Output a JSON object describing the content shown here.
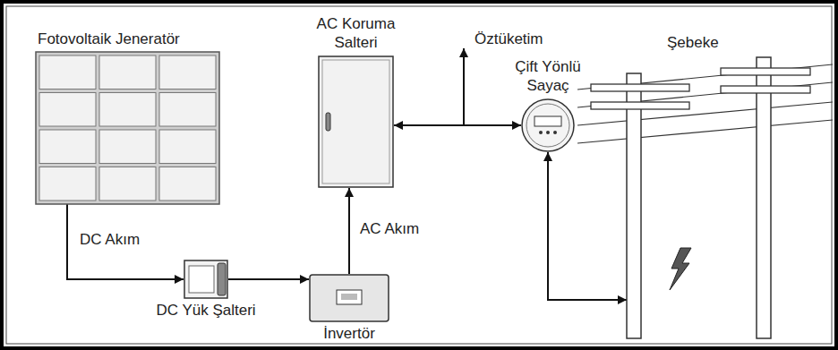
{
  "diagram": {
    "nodes": [
      {
        "text": [
          "Fotovoltaik Jeneratör"
        ]
      },
      {
        "text": [
          "DC Yük Şalteri"
        ]
      },
      {
        "text": [
          "İnvertör"
        ]
      },
      {
        "text": [
          "AC Koruma Salteri"
        ]
      },
      {
        "text": [
          "Çift Yönlü Sayaç"
        ]
      },
      {
        "text": [
          "Şebeke"
        ]
      }
    ],
    "edges": [
      {
        "from": 0,
        "to": 1,
        "arrow": "to",
        "label": "DC Akım"
      },
      {
        "from": 1,
        "to": 2,
        "arrow": "to"
      },
      {
        "from": 2,
        "to": 3,
        "arrow": "to",
        "label": "AC Akım"
      },
      {
        "from": 3,
        "to": 4,
        "arrow": "both"
      },
      {
        "from": 4,
        "to": 5,
        "arrow": "both"
      }
    ],
    "labels": [
      "Öztüketim"
    ]
  }
}
